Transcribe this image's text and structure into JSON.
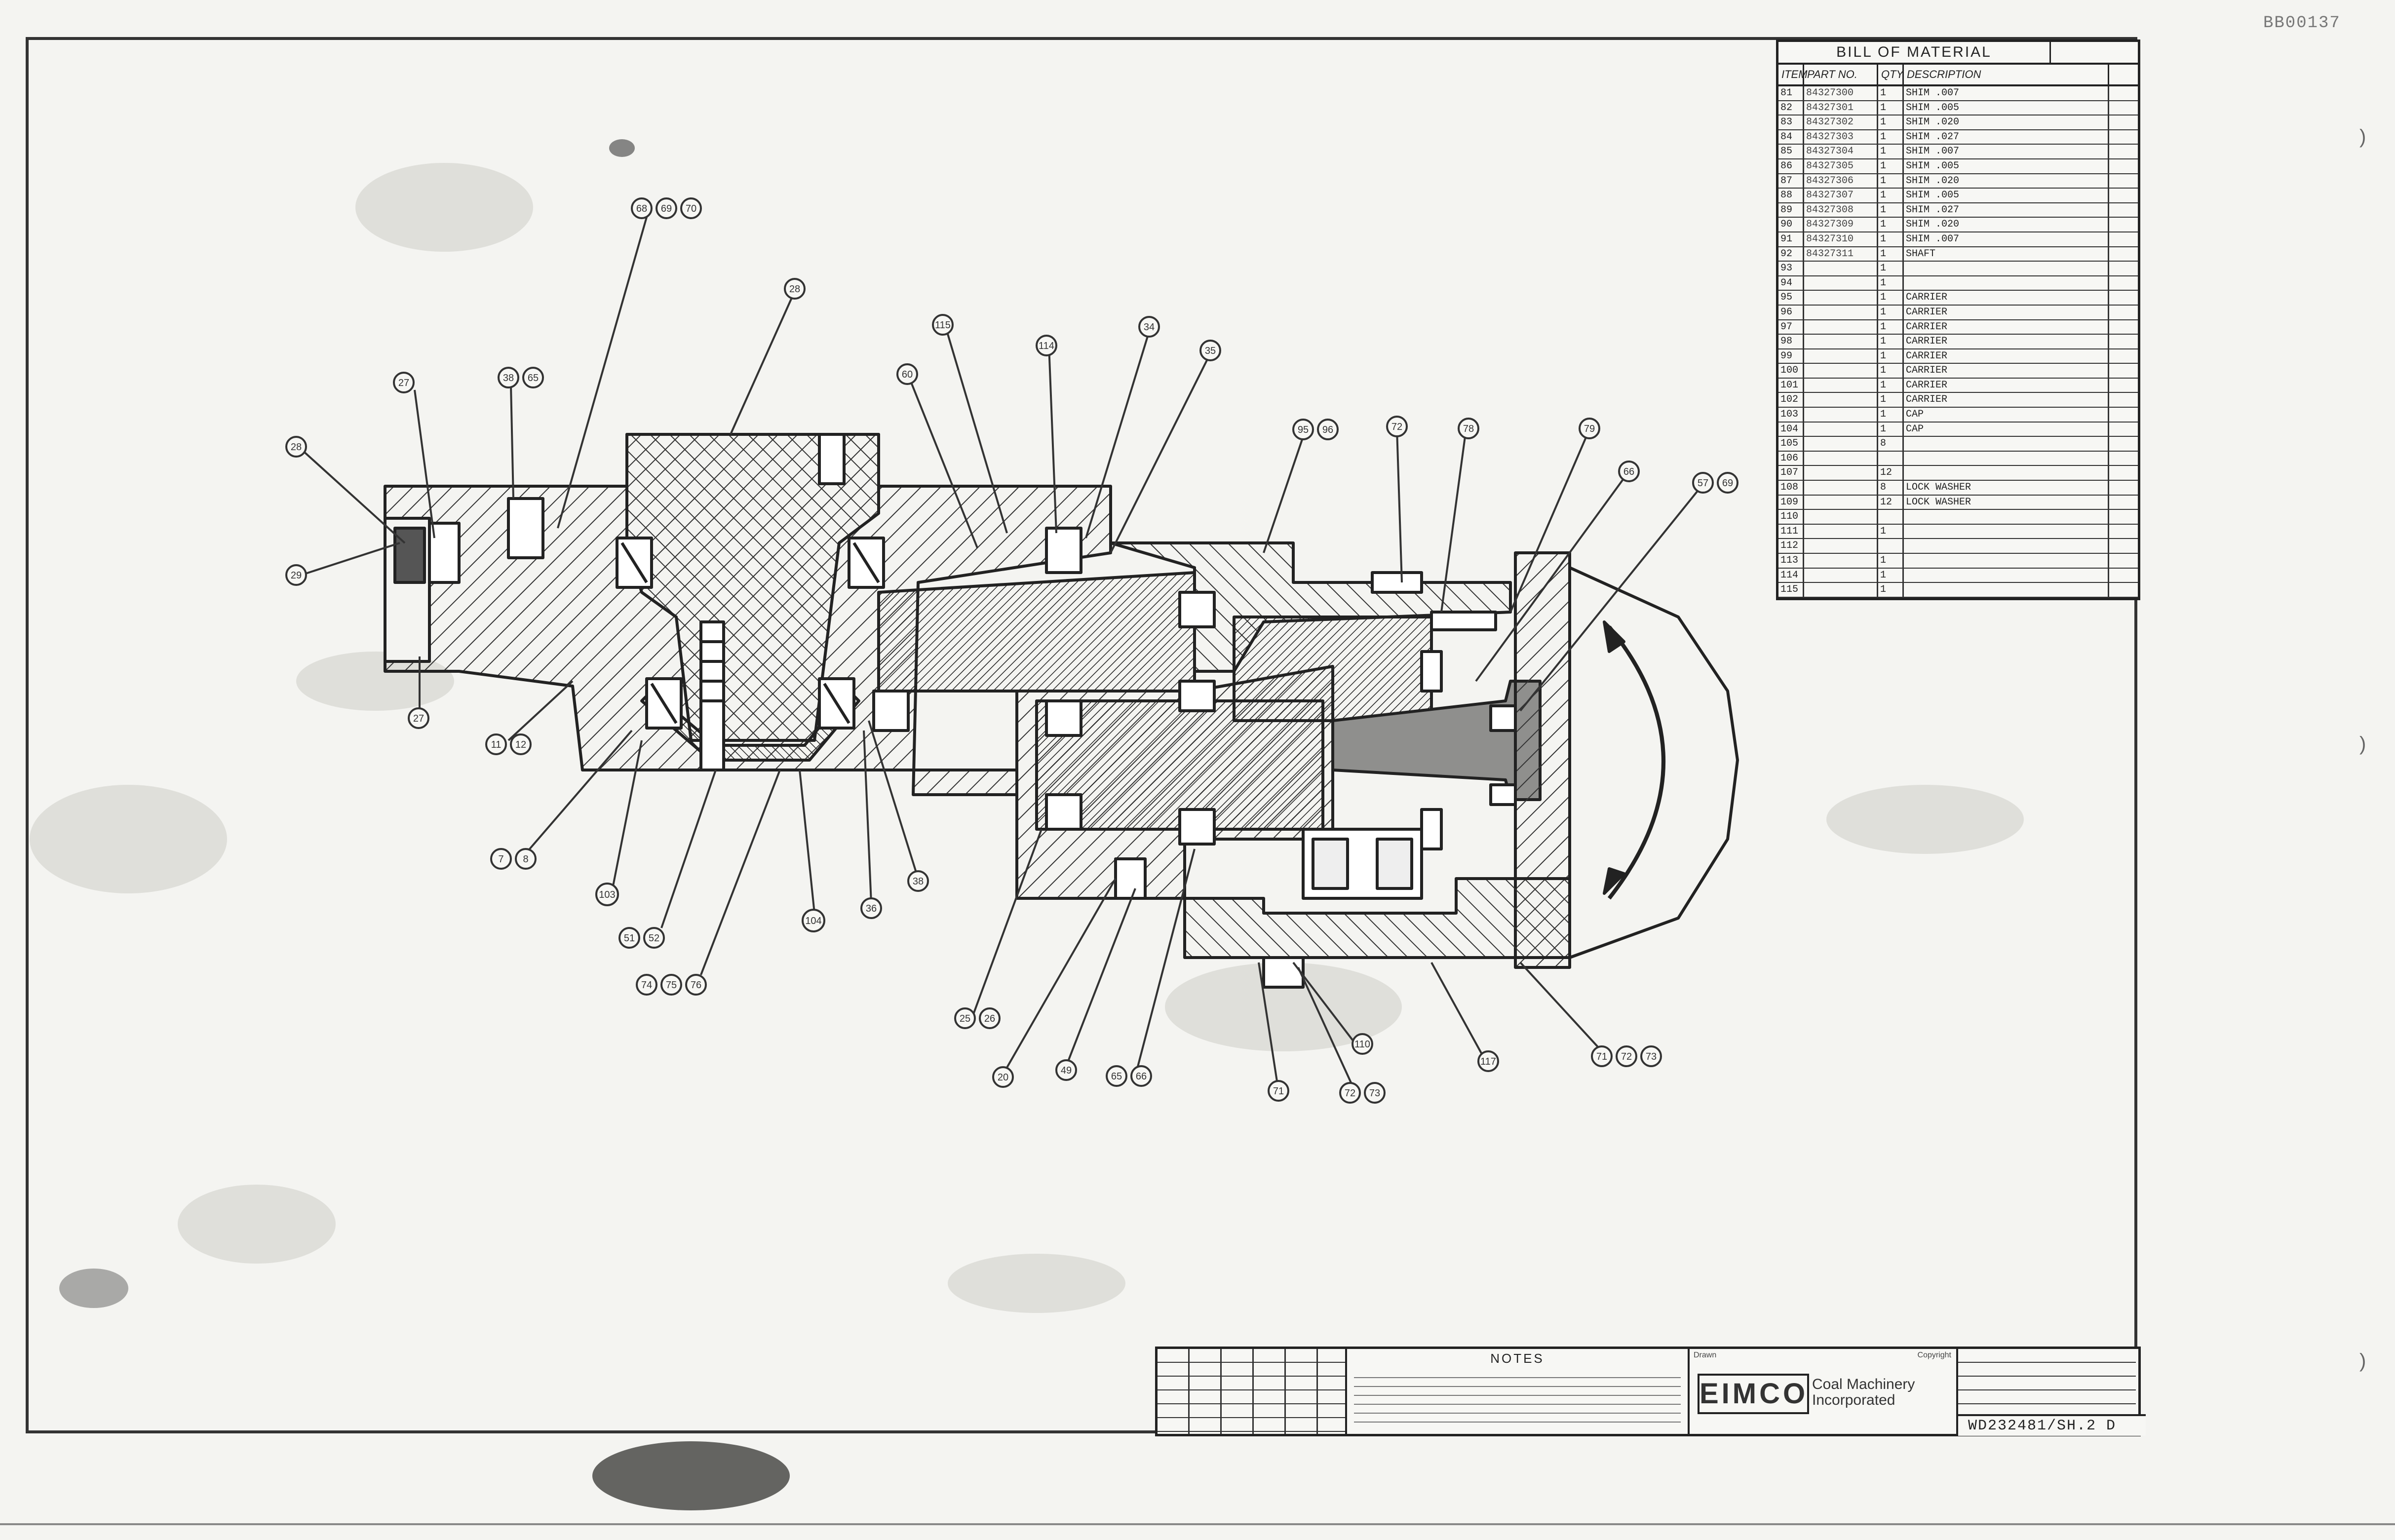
{
  "sheet_id": "BB00137",
  "bom": {
    "title": "BILL OF MATERIAL",
    "revision_note": "",
    "headers": [
      "ITEM",
      "PART NO.",
      "QTY",
      "DESCRIPTION",
      ""
    ],
    "rows": [
      {
        "item": "81",
        "part": "84327300",
        "qty": "1",
        "desc": "SHIM .007",
        "mark": ""
      },
      {
        "item": "82",
        "part": "84327301",
        "qty": "1",
        "desc": "SHIM .005",
        "mark": ""
      },
      {
        "item": "83",
        "part": "84327302",
        "qty": "1",
        "desc": "SHIM .020",
        "mark": ""
      },
      {
        "item": "84",
        "part": "84327303",
        "qty": "1",
        "desc": "SHIM .027",
        "mark": ""
      },
      {
        "item": "85",
        "part": "84327304",
        "qty": "1",
        "desc": "SHIM .007",
        "mark": ""
      },
      {
        "item": "86",
        "part": "84327305",
        "qty": "1",
        "desc": "SHIM .005",
        "mark": ""
      },
      {
        "item": "87",
        "part": "84327306",
        "qty": "1",
        "desc": "SHIM .020",
        "mark": ""
      },
      {
        "item": "88",
        "part": "84327307",
        "qty": "1",
        "desc": "SHIM .005",
        "mark": ""
      },
      {
        "item": "89",
        "part": "84327308",
        "qty": "1",
        "desc": "SHIM .027",
        "mark": ""
      },
      {
        "item": "90",
        "part": "84327309",
        "qty": "1",
        "desc": "SHIM .020",
        "mark": ""
      },
      {
        "item": "91",
        "part": "84327310",
        "qty": "1",
        "desc": "SHIM .007",
        "mark": ""
      },
      {
        "item": "92",
        "part": "84327311",
        "qty": "1",
        "desc": "SHAFT",
        "mark": ""
      },
      {
        "item": "93",
        "part": "",
        "qty": "1",
        "desc": "",
        "mark": ""
      },
      {
        "item": "94",
        "part": "",
        "qty": "1",
        "desc": "",
        "mark": ""
      },
      {
        "item": "95",
        "part": "",
        "qty": "1",
        "desc": "CARRIER",
        "mark": ""
      },
      {
        "item": "96",
        "part": "",
        "qty": "1",
        "desc": "CARRIER",
        "mark": ""
      },
      {
        "item": "97",
        "part": "",
        "qty": "1",
        "desc": "CARRIER",
        "mark": ""
      },
      {
        "item": "98",
        "part": "",
        "qty": "1",
        "desc": "CARRIER",
        "mark": ""
      },
      {
        "item": "99",
        "part": "",
        "qty": "1",
        "desc": "CARRIER",
        "mark": ""
      },
      {
        "item": "100",
        "part": "",
        "qty": "1",
        "desc": "CARRIER",
        "mark": ""
      },
      {
        "item": "101",
        "part": "",
        "qty": "1",
        "desc": "CARRIER",
        "mark": ""
      },
      {
        "item": "102",
        "part": "",
        "qty": "1",
        "desc": "CARRIER",
        "mark": ""
      },
      {
        "item": "103",
        "part": "",
        "qty": "1",
        "desc": "CAP",
        "mark": ""
      },
      {
        "item": "104",
        "part": "",
        "qty": "1",
        "desc": "CAP",
        "mark": ""
      },
      {
        "item": "105",
        "part": "",
        "qty": "8",
        "desc": "",
        "mark": ""
      },
      {
        "item": "106",
        "part": "",
        "qty": "",
        "desc": "",
        "mark": ""
      },
      {
        "item": "107",
        "part": "",
        "qty": "12",
        "desc": "",
        "mark": ""
      },
      {
        "item": "108",
        "part": "",
        "qty": "8",
        "desc": "LOCK WASHER",
        "mark": ""
      },
      {
        "item": "109",
        "part": "",
        "qty": "12",
        "desc": "LOCK WASHER",
        "mark": ""
      },
      {
        "item": "110",
        "part": "",
        "qty": "",
        "desc": "",
        "mark": ""
      },
      {
        "item": "111",
        "part": "",
        "qty": "1",
        "desc": "",
        "mark": ""
      },
      {
        "item": "112",
        "part": "",
        "qty": "",
        "desc": "",
        "mark": ""
      },
      {
        "item": "113",
        "part": "",
        "qty": "1",
        "desc": "",
        "mark": ""
      },
      {
        "item": "114",
        "part": "",
        "qty": "1",
        "desc": "",
        "mark": ""
      },
      {
        "item": "115",
        "part": "",
        "qty": "1",
        "desc": "",
        "mark": ""
      }
    ]
  },
  "callouts": [
    "68",
    "69",
    "70",
    "27",
    "38",
    "65",
    "28",
    "29",
    "27",
    "11",
    "12",
    "7",
    "8",
    "103",
    "51",
    "52",
    "74",
    "75",
    "76",
    "104",
    "36",
    "38",
    "60",
    "28",
    "115",
    "114",
    "34",
    "35",
    "95",
    "96",
    "72",
    "78",
    "79",
    "66",
    "57",
    "69",
    "25",
    "26",
    "20",
    "49",
    "65",
    "66",
    "71",
    "72",
    "73",
    "110",
    "117"
  ],
  "title_block": {
    "revisions_header": "",
    "notes_header": "NOTES",
    "drawn_label": "Drawn",
    "copyright_label": "Copyright",
    "logo": "EIMCO",
    "logo_sub": "",
    "company_line1": "Coal Machinery",
    "company_line2": "Incorporated",
    "company_line3": "",
    "drawing_title": "",
    "drawing_number": "WD232481/SH.2 D"
  }
}
